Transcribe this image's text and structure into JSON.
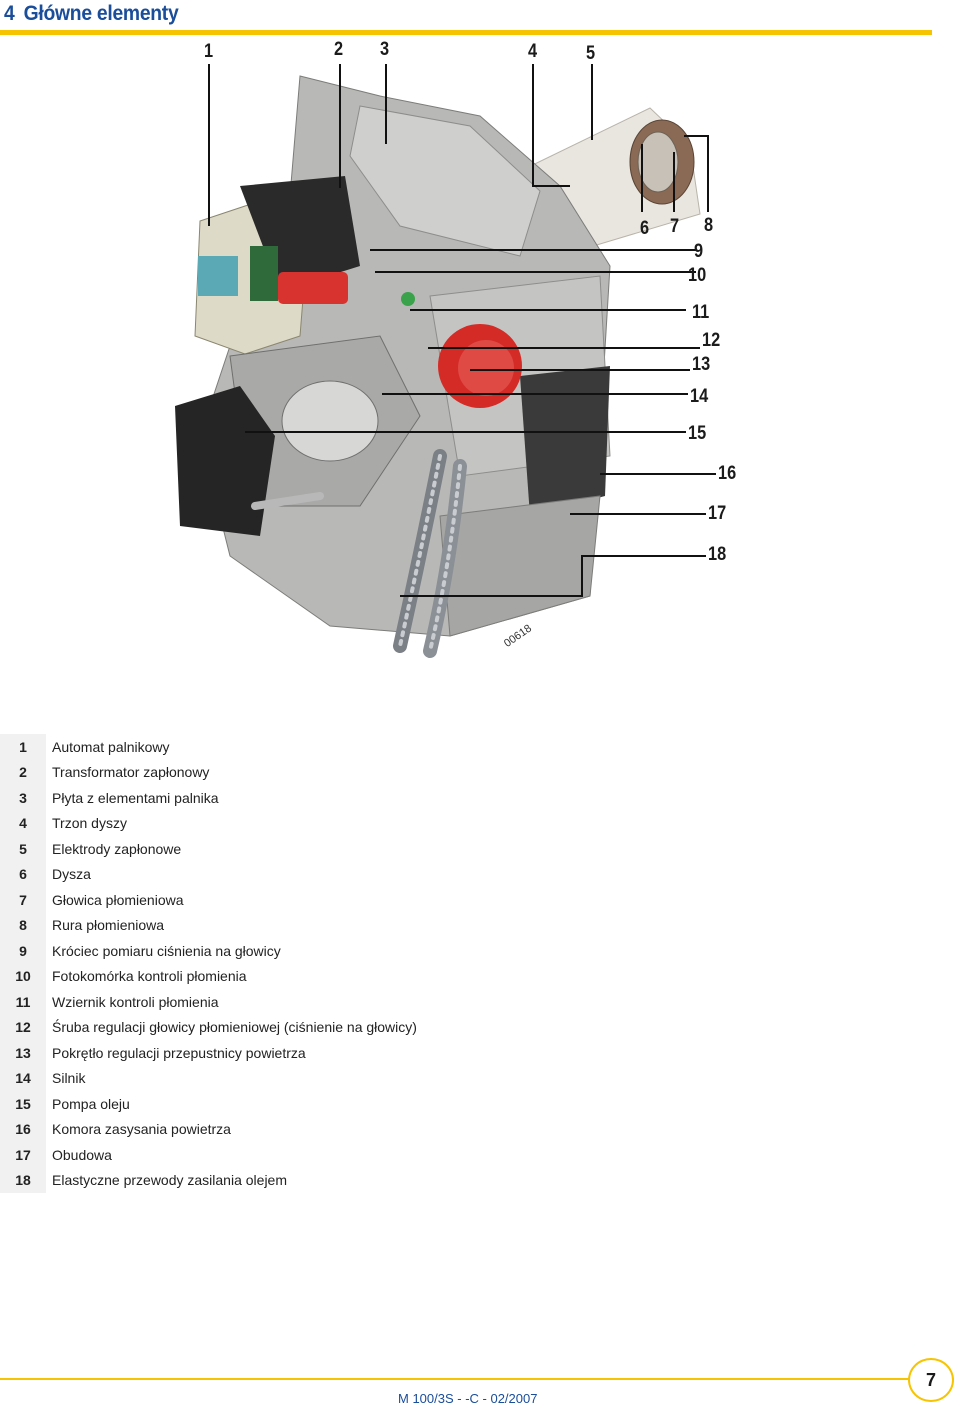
{
  "header": {
    "number": "4",
    "title": "Główne elementy"
  },
  "figure": {
    "photo_id": "00618",
    "callouts": [
      "1",
      "2",
      "3",
      "4",
      "5",
      "6",
      "7",
      "8",
      "9",
      "10",
      "11",
      "12",
      "13",
      "14",
      "15",
      "16",
      "17",
      "18"
    ]
  },
  "legend": [
    {
      "num": "1",
      "text": "Automat palnikowy"
    },
    {
      "num": "2",
      "text": "Transformator zapłonowy"
    },
    {
      "num": "3",
      "text": "Płyta z elementami palnika"
    },
    {
      "num": "4",
      "text": "Trzon dyszy"
    },
    {
      "num": "5",
      "text": "Elektrody zapłonowe"
    },
    {
      "num": "6",
      "text": "Dysza"
    },
    {
      "num": "7",
      "text": "Głowica płomieniowa"
    },
    {
      "num": "8",
      "text": "Rura płomieniowa"
    },
    {
      "num": "9",
      "text": "Króciec pomiaru ciśnienia na głowicy"
    },
    {
      "num": "10",
      "text": "Fotokomórka kontroli płomienia"
    },
    {
      "num": "11",
      "text": "Wziernik kontroli płomienia"
    },
    {
      "num": "12",
      "text": "Śruba regulacji głowicy płomieniowej (ciśnienie na głowicy)"
    },
    {
      "num": "13",
      "text": "Pokrętło regulacji przepustnicy powietrza"
    },
    {
      "num": "14",
      "text": "Silnik"
    },
    {
      "num": "15",
      "text": "Pompa oleju"
    },
    {
      "num": "16",
      "text": "Komora zasysania powietrza"
    },
    {
      "num": "17",
      "text": "Obudowa"
    },
    {
      "num": "18",
      "text": "Elastyczne przewody zasilania olejem"
    }
  ],
  "footer": {
    "doc_code": "M 100/3S -   -C - 02/2007",
    "page_number": "7"
  },
  "colors": {
    "accent_yellow": "#f6c400",
    "title_blue": "#1a4d9a",
    "legend_num_bg": "#f1f1f1"
  }
}
